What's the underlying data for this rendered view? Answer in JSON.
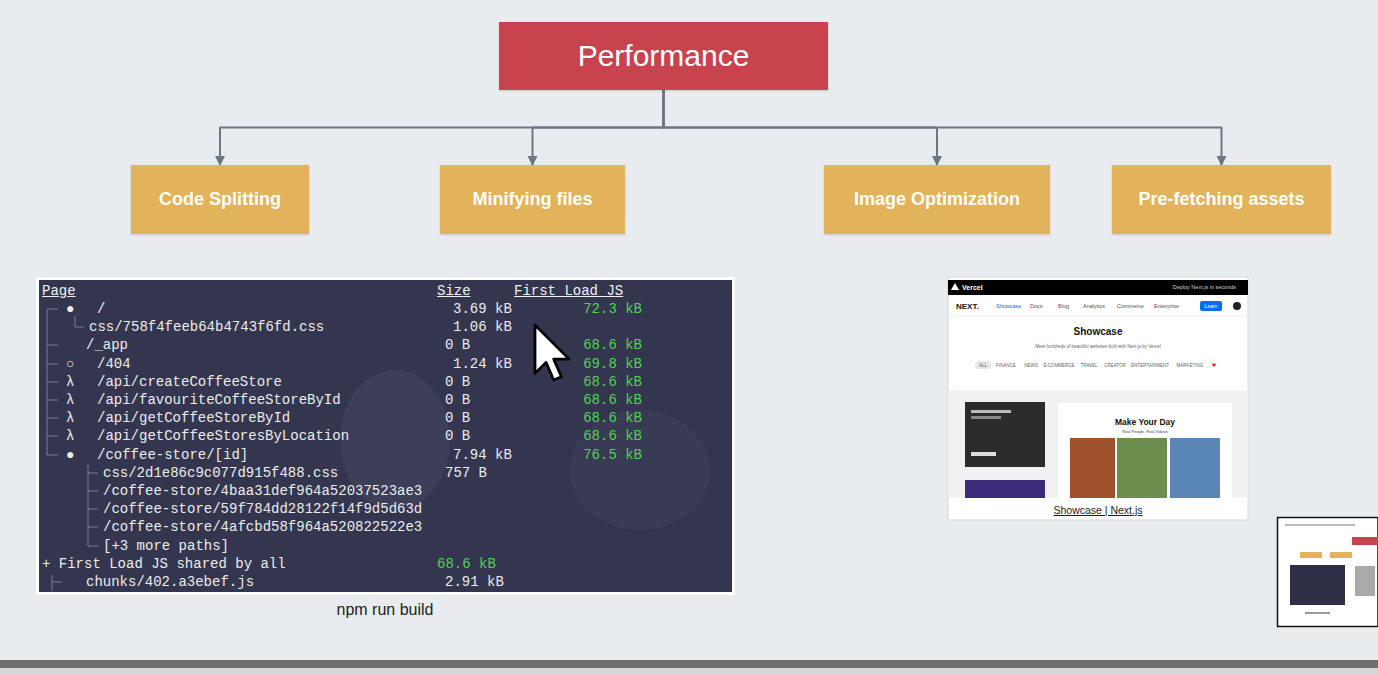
{
  "diagram": {
    "nodes": [
      {
        "text": [
          "Performance"
        ]
      },
      {
        "text": [
          "Code Splitting"
        ]
      },
      {
        "text": [
          "Minifying files"
        ]
      },
      {
        "text": [
          "Image Optimization"
        ]
      },
      {
        "text": [
          "Pre-fetching assets"
        ]
      }
    ],
    "edges": [
      {
        "from": 0,
        "to": 1,
        "arrow": "to"
      },
      {
        "from": 0,
        "to": 2,
        "arrow": "to"
      },
      {
        "from": 0,
        "to": 3,
        "arrow": "to"
      },
      {
        "from": 0,
        "to": 4,
        "arrow": "to"
      }
    ],
    "labels": [
      "Page",
      "Size",
      "First Load JS",
      "●",
      "/",
      "3.69 kB",
      "72.3 kB",
      "css/758f4feeb64b4743f6fd.css",
      "1.06 kB",
      "/_app",
      "0 B",
      "68.6 kB",
      "○",
      "/404",
      "1.24 kB",
      "69.8 kB",
      "λ",
      "/api/createCoffeeStore",
      "0 B",
      "68.6 kB",
      "λ",
      "/api/favouriteCoffeeStoreById",
      "0 B",
      "68.6 kB",
      "λ",
      "/api/getCoffeeStoreById",
      "0 B",
      "68.6 kB",
      "λ",
      "/api/getCoffeeStoresByLocation",
      "0 B",
      "68.6 kB",
      "●",
      "/coffee-store/[id]",
      "7.94 kB",
      "76.5 kB",
      "css/2d1e86c9c077d915f488.css",
      "757 B",
      "/coffee-store/4baa31def964a52037523ae3",
      "/coffee-store/59f784dd28122f14f9d5d63d",
      "/coffee-store/4afcbd58f964a520822522e3",
      "[+3 more paths]",
      "+ First Load JS shared by all",
      "68.6 kB",
      "chunks/402.a3ebef.js",
      "2.91 kB",
      "npm run build",
      "Vercel",
      "Deploy Next.js in seconds",
      "NEXT.",
      "Showcase",
      "Docs",
      "Blog",
      "Analytics",
      "Commerce",
      "Enterprise",
      "Learn",
      "Showcase",
      "Meet hundreds of beautiful websites built with Next.js by Vercel",
      "ALL",
      "FINANCE",
      "NEWS",
      "E-COMMERCE",
      "TRAVEL",
      "CREATOR",
      "ENTERTAINMENT",
      "MARKETING",
      "♥",
      "Make Your Day",
      "Real People, Real Videos",
      "Showcase | Next.js"
    ]
  }
}
